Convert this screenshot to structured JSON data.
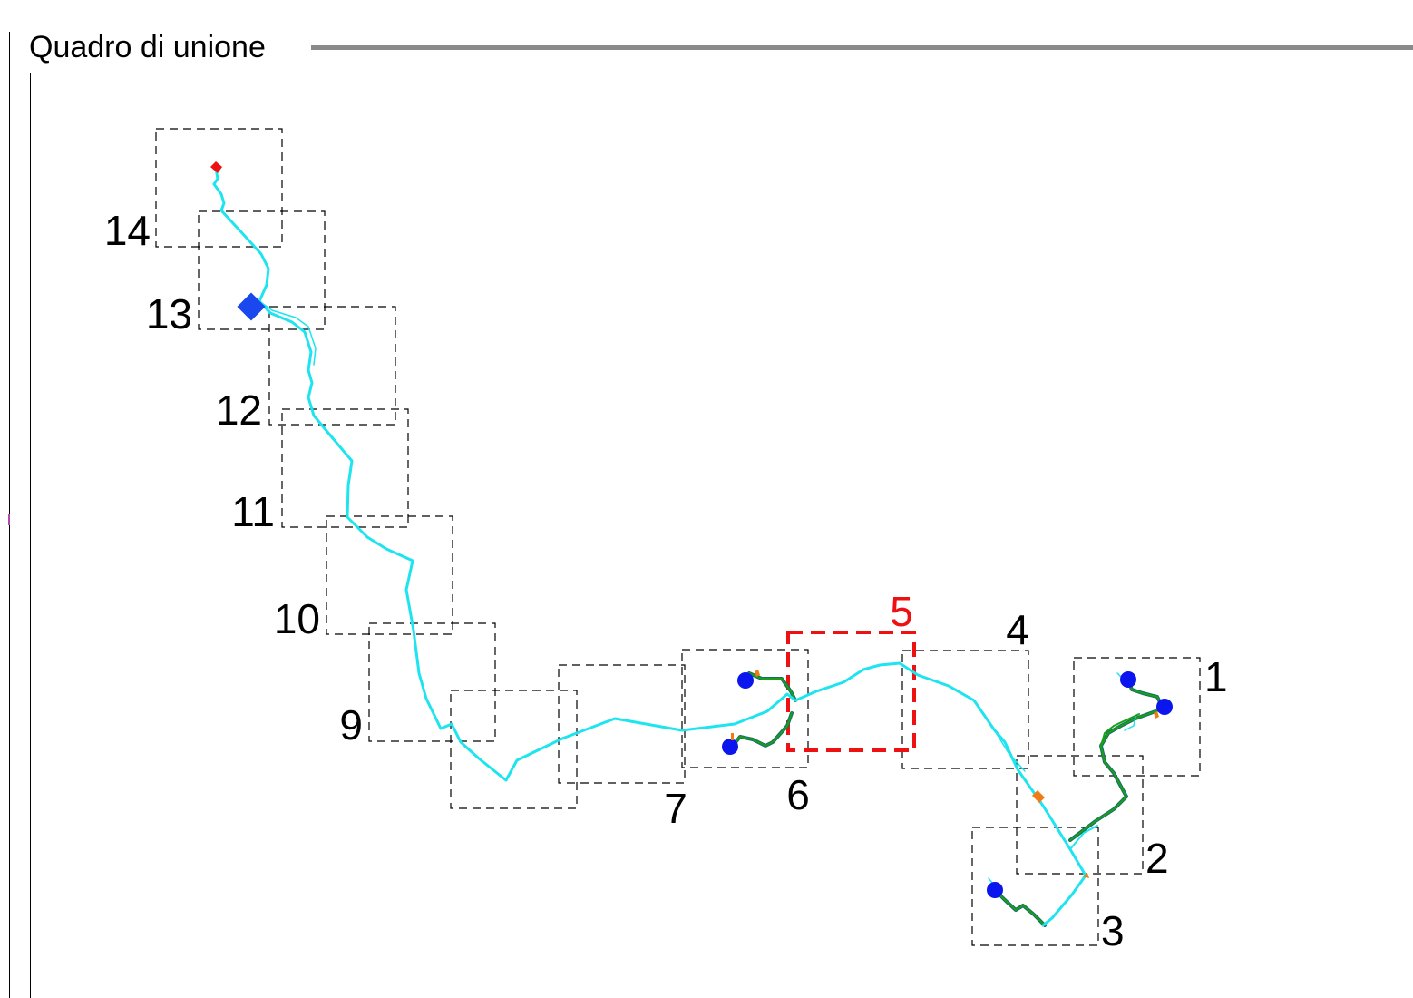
{
  "header": {
    "title": "Quadro di unione"
  },
  "colors": {
    "route": "#1ee4f0",
    "route_dark": "#1a6a6a",
    "branch_green": "#18a018",
    "sheet_frame": "#000000",
    "sheet_active": "#ee1111",
    "label_default": "#000000",
    "label_active": "#ee1111",
    "endpoint_marker": "#0b16ee",
    "start_marker": "#1a48ee",
    "end_marker": "#ee1111",
    "feature_marker": "#f07a14",
    "header_rule": "#8a8a8a"
  },
  "map": {
    "active_sheet": "5",
    "sheets": [
      {
        "label": "1"
      },
      {
        "label": "2"
      },
      {
        "label": "3"
      },
      {
        "label": "4"
      },
      {
        "label": "5"
      },
      {
        "label": "6"
      },
      {
        "label": "7"
      },
      {
        "label": ""
      },
      {
        "label": "9"
      },
      {
        "label": "10"
      },
      {
        "label": "11"
      },
      {
        "label": "12"
      },
      {
        "label": "13"
      },
      {
        "label": "14"
      }
    ],
    "markers": [
      {
        "type": "diamond",
        "name": "start-diamond"
      },
      {
        "type": "pin",
        "name": "end-pin"
      },
      {
        "type": "dot",
        "name": "endpoint-dot"
      },
      {
        "type": "tick",
        "name": "feature-tick"
      }
    ]
  }
}
